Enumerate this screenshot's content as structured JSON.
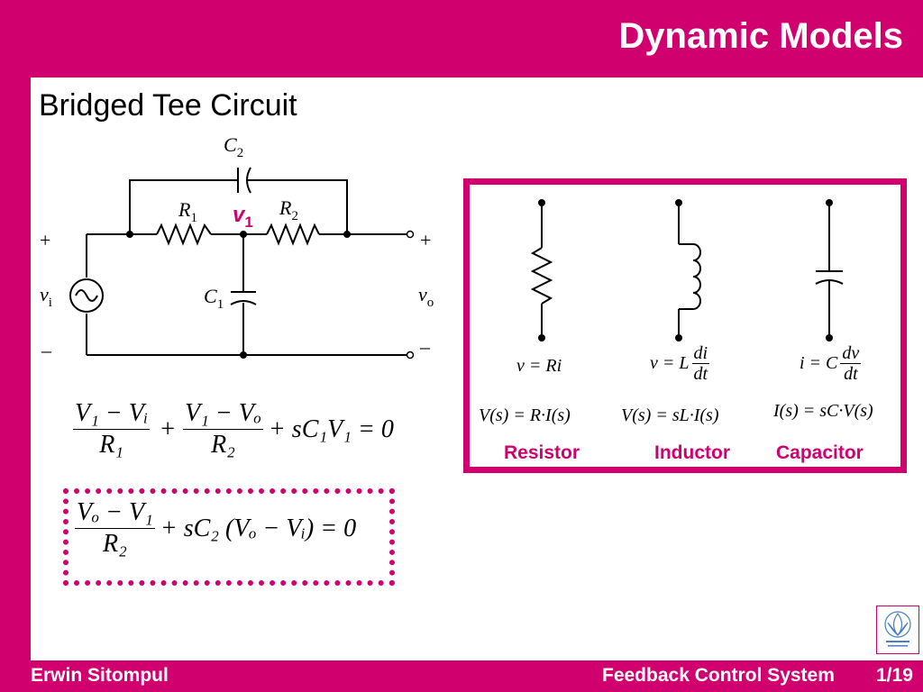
{
  "slide": {
    "title": "Dynamic Models",
    "subtitle": "Bridged Tee Circuit"
  },
  "circuit": {
    "c2_label": "C",
    "c2_sub": "2",
    "r1_label": "R",
    "r1_sub": "1",
    "r2_label": "R",
    "r2_sub": "2",
    "c1_label": "C",
    "c1_sub": "1",
    "node_label": "v",
    "node_sub": "1",
    "vi_label": "v",
    "vi_sub": "i",
    "vo_label": "v",
    "vo_sub": "o",
    "plus": "+",
    "minus": "–"
  },
  "equations": {
    "eq1": {
      "t1_num": "V₁ − Vᵢ",
      "t1_den": "R₁",
      "t2_num": "V₁ − Vₒ",
      "t2_den": "R₂",
      "rest": "+ sC₁V₁ = 0"
    },
    "eq2": {
      "num": "Vₒ − V₁",
      "den": "R₂",
      "rest": "+ sC₂ (Vₒ − Vᵢ) = 0"
    }
  },
  "elements": {
    "resistor": {
      "name": "Resistor",
      "relation": "v = Ri",
      "laplace": "V(s) = R·I(s)"
    },
    "inductor": {
      "name": "Inductor",
      "relation_prefix": "v = L",
      "relation_num": "di",
      "relation_den": "dt",
      "laplace": "V(s) = sL·I(s)"
    },
    "capacitor": {
      "name": "Capacitor",
      "relation_prefix": "i = C",
      "relation_num": "dv",
      "relation_den": "dt",
      "laplace": "I(s) = sC·V(s)"
    }
  },
  "footer": {
    "author": "Erwin Sitompul",
    "course": "Feedback Control System",
    "page": "1/19"
  },
  "colors": {
    "accent": "#d1006f",
    "background": "#ffffff",
    "text": "#000000"
  }
}
